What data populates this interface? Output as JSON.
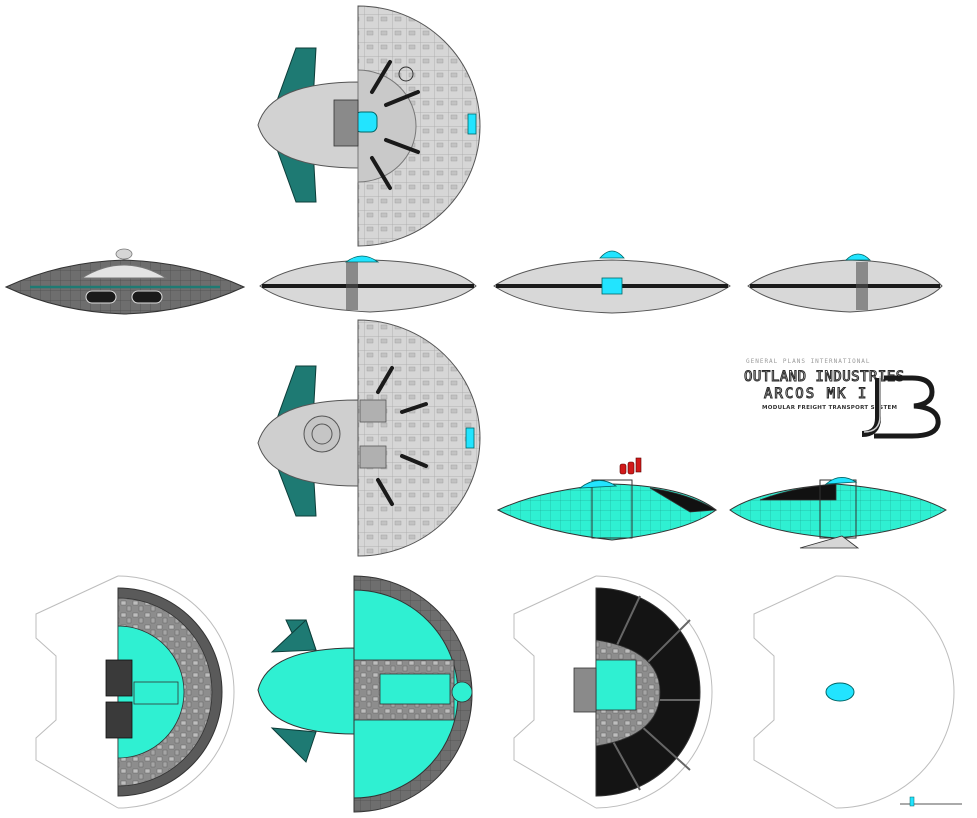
{
  "title_block": {
    "top_line": "GENERAL PLANS INTERNATIONAL",
    "company": "OUTLAND INDUSTRIES",
    "ship": "ARCOS MK I",
    "subtitle": "MODULAR FREIGHT TRANSPORT SYSTEM",
    "logo_icon": "jb-monogram-logo"
  },
  "colors": {
    "hull": "#d9d9d9",
    "hull_dark": "#9a9a9a",
    "teal_wing": "#1e7a73",
    "cyan": "#2ff0d2",
    "canopy": "#22e4ff",
    "dark_hull": "#6a6a6a",
    "black_panel": "#1a1a1a",
    "red_marker": "#d11a1a"
  },
  "views": [
    {
      "id": "top-view"
    },
    {
      "id": "front-view"
    },
    {
      "id": "side-view-left"
    },
    {
      "id": "side-view-center"
    },
    {
      "id": "side-view-right"
    },
    {
      "id": "bottom-view"
    },
    {
      "id": "side-cutaway-left"
    },
    {
      "id": "side-cutaway-right"
    },
    {
      "id": "deck-plan-1"
    },
    {
      "id": "deck-plan-2"
    },
    {
      "id": "deck-plan-3"
    },
    {
      "id": "deck-plan-4"
    }
  ]
}
